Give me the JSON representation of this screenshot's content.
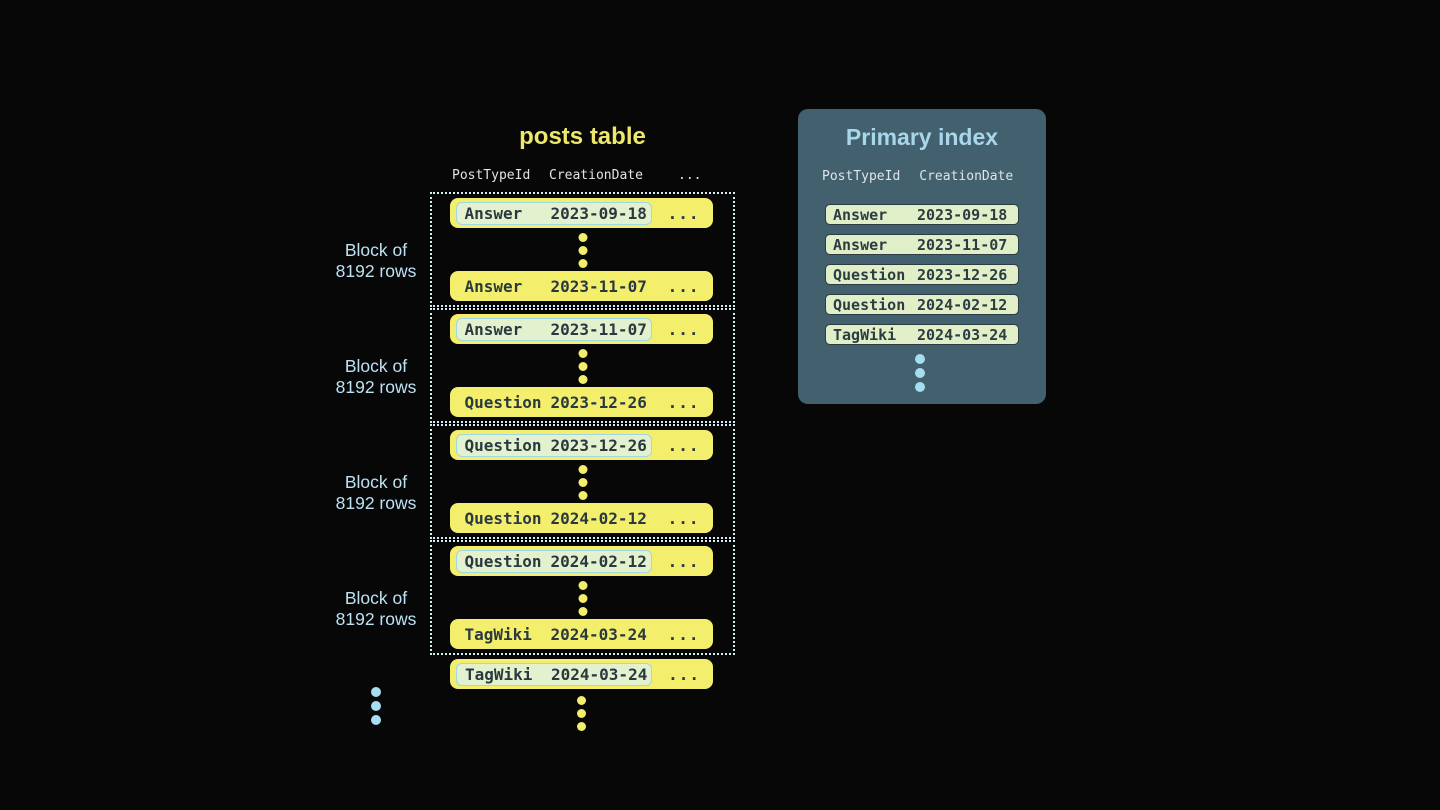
{
  "posts_table": {
    "title": "posts table",
    "header": {
      "col_type": "PostTypeId",
      "col_date": "CreationDate",
      "col_more": "..."
    },
    "blocks": [
      {
        "label_line1": "Block of",
        "label_line2": "8192 rows",
        "first_row": {
          "type": "Answer",
          "date": "2023-09-18",
          "more": "..."
        },
        "last_row": {
          "type": "Answer",
          "date": "2023-11-07",
          "more": "..."
        }
      },
      {
        "label_line1": "Block of",
        "label_line2": "8192 rows",
        "first_row": {
          "type": "Answer",
          "date": "2023-11-07",
          "more": "..."
        },
        "last_row": {
          "type": "Question",
          "date": "2023-12-26",
          "more": "..."
        }
      },
      {
        "label_line1": "Block of",
        "label_line2": "8192 rows",
        "first_row": {
          "type": "Question",
          "date": "2023-12-26",
          "more": "..."
        },
        "last_row": {
          "type": "Question",
          "date": "2024-02-12",
          "more": "..."
        }
      },
      {
        "label_line1": "Block of",
        "label_line2": "8192 rows",
        "first_row": {
          "type": "Question",
          "date": "2024-02-12",
          "more": "..."
        },
        "last_row": {
          "type": "TagWiki",
          "date": "2024-03-24",
          "more": "..."
        }
      }
    ],
    "overflow_row": {
      "type": "TagWiki",
      "date": "2024-03-24",
      "more": "..."
    }
  },
  "primary_index": {
    "title": "Primary index",
    "header": {
      "col_type": "PostTypeId",
      "col_date": "CreationDate"
    },
    "rows": [
      {
        "type": "Answer",
        "date": "2023-09-18"
      },
      {
        "type": "Answer",
        "date": "2023-11-07"
      },
      {
        "type": "Question",
        "date": "2023-12-26"
      },
      {
        "type": "Question",
        "date": "2024-02-12"
      },
      {
        "type": "TagWiki",
        "date": "2024-03-24"
      }
    ]
  },
  "colors": {
    "background": "#070708",
    "row_yellow": "#f3ee6b",
    "title_yellow": "#ede86a",
    "dark_text": "#2a3940",
    "highlight_green": "#e4f1cf",
    "highlight_border": "#a0d7e6",
    "panel_slate": "#43606e",
    "light_blue_text": "#bce2f2",
    "panel_title_blue": "#a7d7e9",
    "header_gray": "#dde5e7",
    "dotted_border": "#d9edf4",
    "pill_green": "#e0efc7",
    "dot_blue": "#a5def1"
  }
}
